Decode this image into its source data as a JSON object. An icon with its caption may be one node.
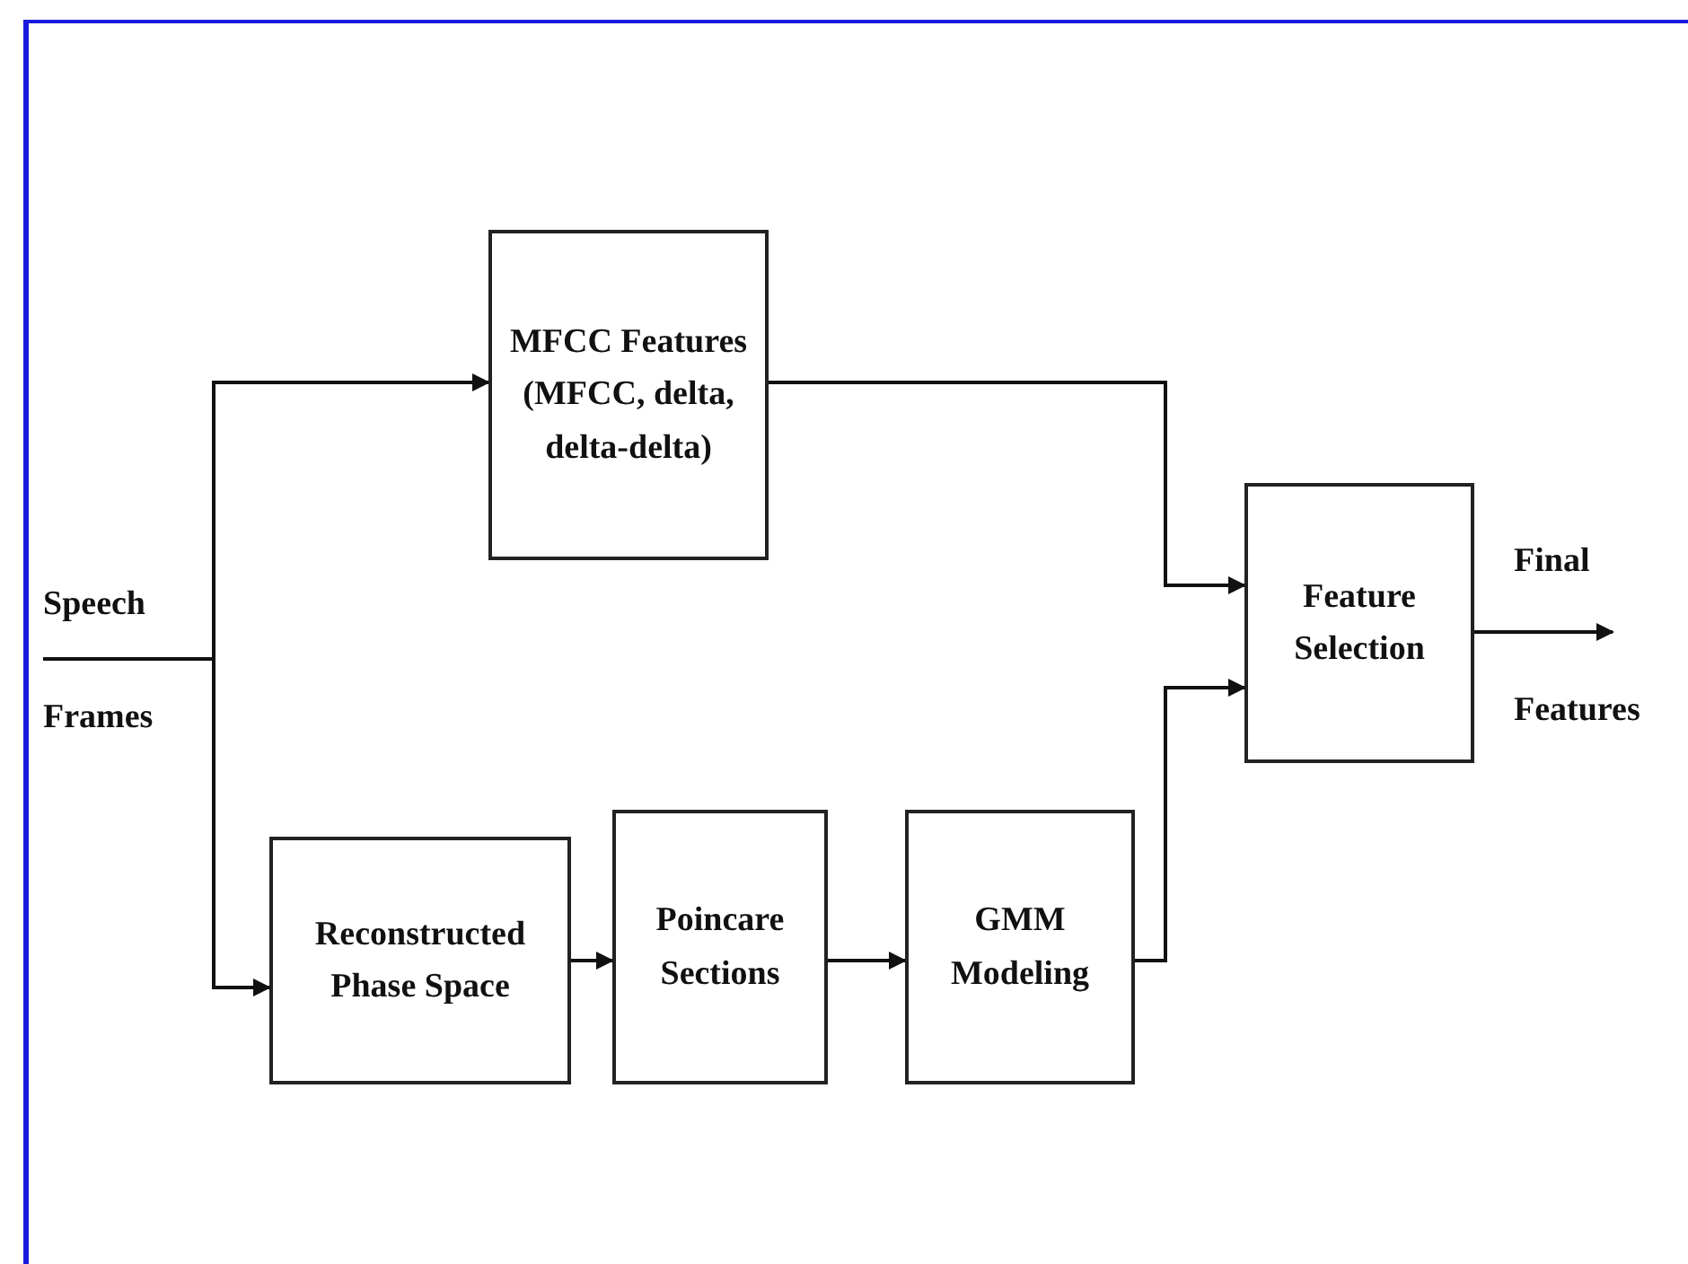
{
  "diagram": {
    "nodes": [
      {
        "text": [
          "Speech",
          "Frames"
        ]
      },
      {
        "text": [
          "MFCC Features",
          "(MFCC, delta, delta-delta)"
        ]
      },
      {
        "text": [
          "Reconstructed Phase Space"
        ]
      },
      {
        "text": [
          "Poincare Sections"
        ]
      },
      {
        "text": [
          "GMM Modeling"
        ]
      },
      {
        "text": [
          "Feature Selection"
        ]
      },
      {
        "text": [
          "Final",
          "Features"
        ]
      }
    ],
    "edges": [
      {
        "from": 0,
        "to": 1,
        "arrow": "to"
      },
      {
        "from": 0,
        "to": 2,
        "arrow": "to"
      },
      {
        "from": 2,
        "to": 3,
        "arrow": "to"
      },
      {
        "from": 3,
        "to": 4,
        "arrow": "to"
      },
      {
        "from": 1,
        "to": 5,
        "arrow": "to"
      },
      {
        "from": 4,
        "to": 5,
        "arrow": "to"
      },
      {
        "from": 5,
        "to": 6,
        "arrow": "to"
      }
    ]
  }
}
